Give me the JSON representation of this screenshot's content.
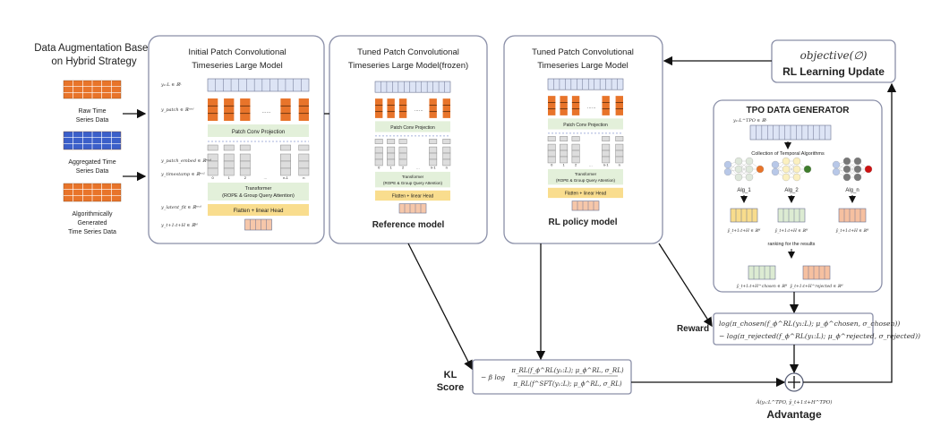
{
  "augmentation": {
    "title_line1": "Data Augmentation Based",
    "title_line2": "on Hybrid Strategy",
    "raw": [
      "Raw Time",
      "Series Data"
    ],
    "aggregated": [
      "Aggregated Time",
      "Series Data"
    ],
    "generated": [
      "Algorithmically",
      "Generated",
      "Time Series Data"
    ]
  },
  "models": [
    {
      "title_line1": "Initial Patch Convolutional",
      "title_line2": "Timeseries Large Model",
      "caption": "",
      "patch_conv": "Patch Conv Projection",
      "transformer_line1": "Transformer",
      "transformer_line2": "(ROPE  & Group Query Attention)",
      "flatten": "Flatten + linear Head",
      "indices": [
        "0",
        "1",
        "2",
        "…",
        "n-1",
        "n"
      ],
      "math_labels": [
        "y₁:L ∈ ℝᴸ",
        "y_patch ∈ ℝⁿˣᵈ",
        "y_patch_embed ∈ ℝⁿˣᵈ",
        "y_timestamp ∈ ℝⁿˣ¹",
        "y_latent_fit ∈ ℝⁿˣᵈ",
        "y_t+1:t+H ∈ ℝᴴ"
      ]
    },
    {
      "title_line1": "Tuned Patch Convolutional",
      "title_line2": "Timeseries Large Model(frozen)",
      "caption": "Reference model",
      "patch_conv": "Patch Conv Projection",
      "transformer_line1": "Transformer",
      "transformer_line2": "(ROPE  & Group Query Attention)",
      "flatten": "Flatten + linear Head",
      "indices": [
        "0",
        "1",
        "2",
        "…",
        "n-1",
        "n"
      ]
    },
    {
      "title_line1": "Tuned Patch Convolutional",
      "title_line2": "Timeseries Large Model",
      "caption": "RL policy model",
      "patch_conv": "Patch Conv Projection",
      "transformer_line1": "Transformer",
      "transformer_line2": "(ROPE  & Group Query Attention)",
      "flatten": "Flatten + linear Head",
      "indices": [
        "0",
        "1",
        "2",
        "…",
        "n-1",
        "n"
      ]
    }
  ],
  "rl_update": {
    "objective": "objective(∅)",
    "title": "RL Learning Update"
  },
  "tpo": {
    "title": "TPO DATA GENERATOR",
    "input_label": "y₁:L^TPO ∈ ℝᴸ",
    "collection": "Collection of Temporal Algorithms",
    "algorithms": [
      {
        "name": "Alg_1",
        "output_label": "ŷ_t+1:t+H ∈ ℝᴴ",
        "node_color": "#e8742a",
        "box_color": "#f8dc8c"
      },
      {
        "name": "Alg_2",
        "output_label": "ŷ_t+1:t+H ∈ ℝᴴ",
        "node_color": "#3f7d2c",
        "box_color": "#dcebd2"
      },
      {
        "name": "Alg_n",
        "output_label": "ŷ_t+1:t+H ∈ ℝᴴ",
        "node_color": "#cc1111",
        "box_color": "#f6c0a0"
      }
    ],
    "ranking": "ranking for the results",
    "chosen_label": "ŷ_t+1:t+H^chosen ∈ ℝᴴ",
    "rejected_label": "ŷ_t+1:t+H^rejected ∈ ℝᴴ"
  },
  "reward": {
    "label": "Reward",
    "line1": "log(π_chosen(f_ϕ^RL(y₁:L); μ_ϕ^chosen, σ_chosen))",
    "line2": "− log(π_rejected(f_ϕ^RL(y₁:L); μ_ϕ^rejected, σ_rejected))"
  },
  "kl": {
    "label_line1": "KL",
    "label_line2": "Score",
    "prefix": "− β log",
    "numerator": "π_RL(f_ϕ^RL(y₁:L); μ_ϕ^RL, σ_RL)",
    "denominator": "π_RL(f^SFT(y₁:L); μ_ϕ^RL, σ_RL)"
  },
  "advantage": {
    "formula": "Â(y₁:L^TPO, ŷ_t+1:t+H^TPO)",
    "label": "Advantage"
  },
  "colors": {
    "orange": "#e8742a",
    "blue_grid": "#3b5fc9",
    "input_bar": "#dde4f5",
    "green_label": "#e3f0da",
    "yellow_label": "#f9dd8e",
    "output": "#f6c7aa"
  }
}
